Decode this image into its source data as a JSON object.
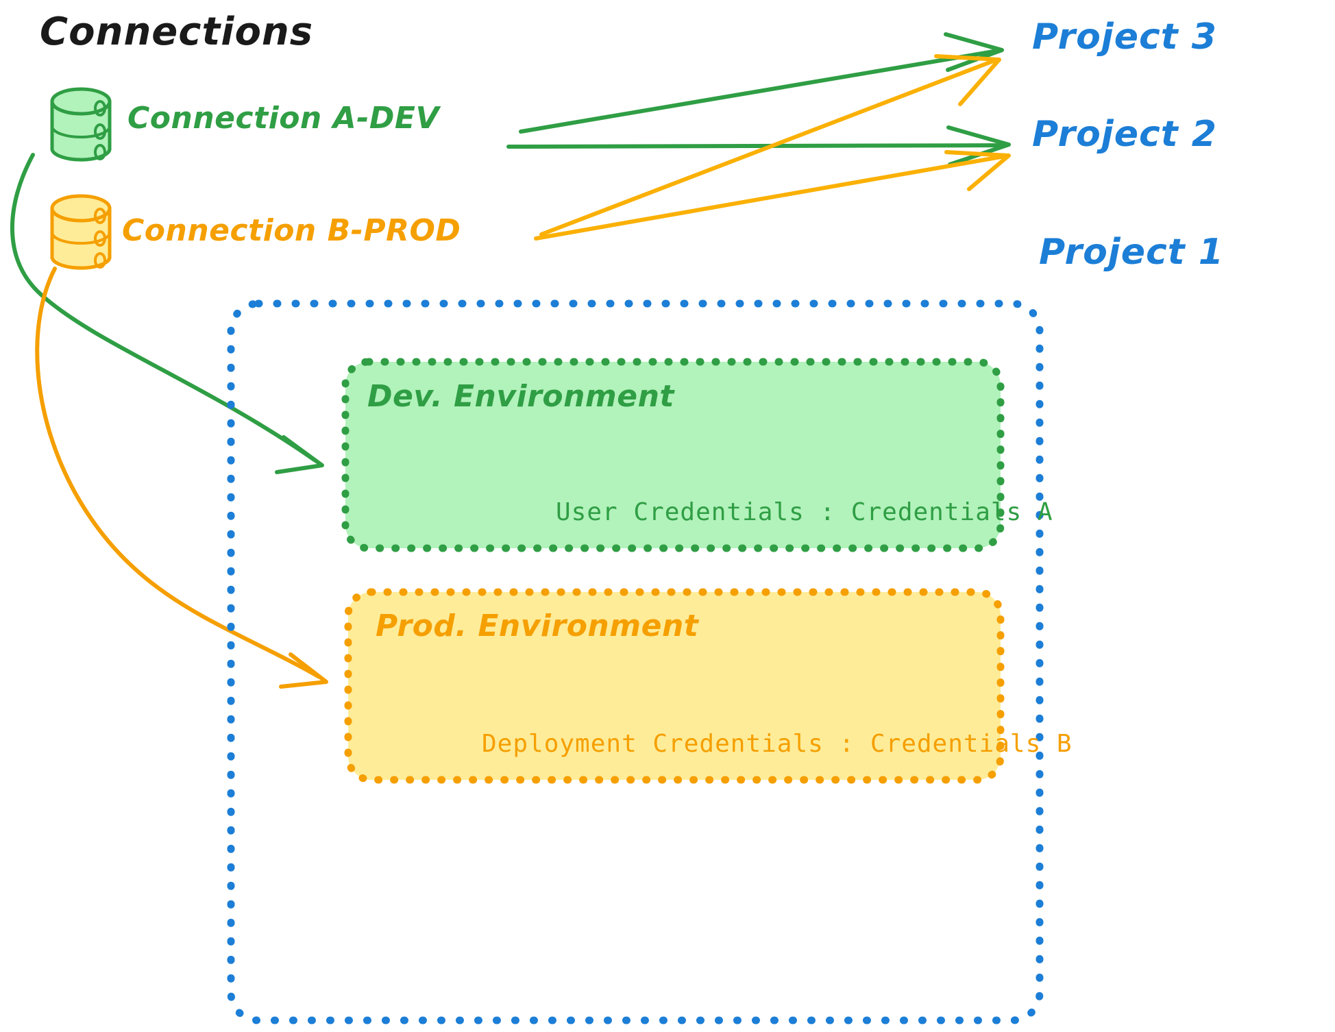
{
  "diagram": {
    "title": "Connections",
    "background_color": "#ffffff",
    "colors": {
      "green_stroke": "#2f9e44",
      "green_fill": "#b2f2bb",
      "orange_stroke": "#f59f00",
      "orange_fill": "#ffec99",
      "blue_stroke": "#1c7ed6",
      "title_color": "#1a1a1a"
    }
  },
  "connections": [
    {
      "id": "a-dev",
      "label": "Connection A-DEV",
      "icon": "database-cylinder-icon",
      "color": "#2f9e44"
    },
    {
      "id": "b-prod",
      "label": "Connection B-PROD",
      "icon": "database-cylinder-icon",
      "color": "#f59f00"
    }
  ],
  "projects": [
    {
      "id": "project-3",
      "label": "Project 3",
      "color": "#1c7ed6"
    },
    {
      "id": "project-2",
      "label": "Project 2",
      "color": "#1c7ed6"
    },
    {
      "id": "project-1",
      "label": "Project 1",
      "color": "#1c7ed6"
    }
  ],
  "project_1": {
    "label": "Project 1",
    "border_color": "#1c7ed6",
    "environments": [
      {
        "id": "dev",
        "title": "Dev. Environment",
        "credentials_label": "User Credentials : Credentials A",
        "fill": "#b2f2bb",
        "border": "#2f9e44"
      },
      {
        "id": "prod",
        "title": "Prod. Environment",
        "credentials_label": "Deployment Credentials : Credentials B",
        "fill": "#ffec99",
        "border": "#f59f00"
      }
    ]
  },
  "edges": [
    {
      "from": "a-dev",
      "to": "project-3",
      "color": "#2f9e44"
    },
    {
      "from": "a-dev",
      "to": "project-2",
      "color": "#2f9e44"
    },
    {
      "from": "a-dev",
      "to": "dev-environment",
      "color": "#2f9e44"
    },
    {
      "from": "b-prod",
      "to": "project-3",
      "color": "#f59f00"
    },
    {
      "from": "b-prod",
      "to": "project-2",
      "color": "#f59f00"
    },
    {
      "from": "b-prod",
      "to": "prod-environment",
      "color": "#f59f00"
    }
  ]
}
